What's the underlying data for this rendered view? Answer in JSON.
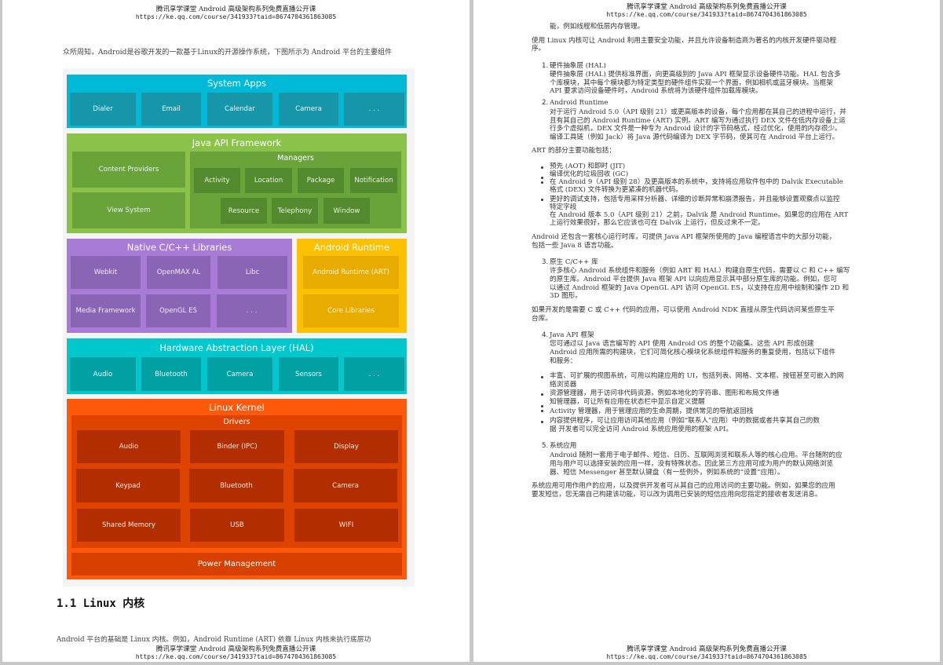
{
  "header": {
    "line1": "腾讯享学课堂 Android 高级架构系列免费直播公开课",
    "line2": "https://ke.qq.com/course/341933?taid=8674704361863085"
  },
  "page1": {
    "intro": "众所周知，Android是谷歌开发的一款基于Linux的开源操作系统，下图所示为 Android 平台的主要组件",
    "diagram": {
      "system_apps": {
        "title": "System Apps",
        "items": [
          "Dialer",
          "Email",
          "Calendar",
          "Camera",
          ". . ."
        ]
      },
      "java_api": {
        "title": "Java API Framework",
        "left": [
          "Content Providers",
          "View System"
        ],
        "managers_title": "Managers",
        "managers_row1": [
          "Activity",
          "Location",
          "Package",
          "Notification"
        ],
        "managers_row2": [
          "Resource",
          "Telephony",
          "Window"
        ]
      },
      "native": {
        "title": "Native C/C++ Libraries",
        "items": [
          "Webkit",
          "OpenMAX AL",
          "Libc",
          "Media Framework",
          "OpenGL ES",
          ". . ."
        ]
      },
      "runtime": {
        "title": "Android Runtime",
        "items": [
          "Android Runtime (ART)",
          "Core Libraries"
        ]
      },
      "hal": {
        "title": "Hardware Abstraction Layer (HAL)",
        "items": [
          "Audio",
          "Bluetooth",
          "Camera",
          "Sensors",
          ". . ."
        ]
      },
      "kernel": {
        "title": "Linux Kernel",
        "drivers_title": "Drivers",
        "drivers": [
          "Audio",
          "Binder (IPC)",
          "Display",
          "Keypad",
          "Bluetooth",
          "Camera",
          "Shared Memory",
          "USB",
          "WIFI"
        ],
        "power": "Power Management"
      },
      "colors": {
        "system_apps": "#00b9d6",
        "java_api": "#8bc34a",
        "native": "#a77bd6",
        "runtime": "#fbc002",
        "hal": "#00c8cc",
        "kernel": "#ff5a0c"
      }
    },
    "section_heading": "1.1 Linux 内核",
    "last_line": "Android 平台的基础是 Linux 内核。例如，Android Runtime (ART) 依靠 Linux 内核来执行底层功"
  },
  "page2": {
    "p0": "能，例如线程和低层内存管理。",
    "p1": [
      "使用 Linux 内核可让 Android 利用主要安全功能，并且允许设备制造商为著名的内核开发硬件驱动程",
      "序。"
    ],
    "item1": {
      "num": "1.",
      "title": "硬件抽象层 (HAL)",
      "body": [
        "硬件抽象层 (HAL) 提供标准界面，向更高级别的 Java API 框架显示设备硬件功能。HAL 包含多",
        "个库模块，其中每个模块都为特定类型的硬件组件实现一个界面，例如相机或蓝牙模块。当框架",
        "API 要求访问设备硬件时，Android 系统将为该硬件组件加载库模块。"
      ]
    },
    "item2": {
      "num": "2.",
      "title": "Android Runtime",
      "body": [
        "对于运行 Android 5.0（API 级别 21）或更高版本的设备，每个应用都在其自己的进程中运行，并",
        "且有其自己的 Android Runtime (ART) 实例。ART 编写为通过执行 DEX 文件在低内存设备上运",
        "行多个虚拟机，DEX 文件是一种专为 Android 设计的字节码格式，经过优化，使用的内存很少。",
        "编译工具链（例如 Jack）将 Java 源代码编译为 DEX 字节码，使其可在 Android 平台上运行。"
      ]
    },
    "art_intro": "ART 的部分主要功能包括：",
    "art_bullets": [
      [
        "预先 (AOT) 和即时 (JIT)",
        "编译优化的垃圾回收 (GC)"
      ],
      [
        "在 Android 9（API 级别 28）及更高版本的系统中，支持将应用软件包中的 Dalvik Executable",
        "格式 (DEX) 文件转换为更紧凑的机器代码。"
      ],
      [
        "更好的调试支持，包括专用采样分析器、详细的诊断异常和崩溃报告，并且能够设置观察点以监控",
        "特定字段",
        "在 Android 版本 5.0（API 级别 21）之前，Dalvik 是 Android Runtime。如果您的应用在 ART",
        "上运行效果很好，那么它应该也可在 Dalvik 上运行，但反过来不一定。"
      ]
    ],
    "p_core": [
      "Android 还包含一套核心运行时库，可提供 Java API 框架所使用的 Java 编程语言中的大部分功能，",
      "包括一些 Java 8 语言功能。"
    ],
    "item3": {
      "num": "3.",
      "title": "原生 C/C++ 库",
      "body": [
        "许多核心 Android 系统组件和服务（例如 ART 和 HAL）构建自原生代码，需要以 C 和 C++ 编写",
        "的原生库。Android 平台提供 Java 框架 API 以向应用显示其中部分原生库的功能。例如，您可",
        "以通过 Android 框架的 Java OpenGL API 访问 OpenGL ES，以支持在应用中绘制和操作 2D 和",
        "3D 图形。"
      ]
    },
    "p_ndk": [
      "如果开发的是需要 C 或 C++ 代码的应用，可以使用 Android NDK 直接从原生代码访问某些原生平",
      "台库。"
    ],
    "item4": {
      "num": "4.",
      "title": "Java API 框架",
      "body": [
        "您可通过以 Java 语言编写的 API 使用 Android OS 的整个功能集。这些 API 形成创建",
        "Android 应用所需的构建块，它们可简化核心模块化系统组件和服务的重复使用，包括以下组件",
        "和服务："
      ]
    },
    "api_bullets": [
      [
        "丰富、可扩展的视图系统，可用以构建应用的  UI，包括列表、网格、文本框、按钮甚至可嵌入的网",
        "络浏览器"
      ],
      [
        "资源管理器，用于访问非代码资源，例如本地化的字符串、图形和布局文件通",
        "知管理器，可让所有应用在状态栏中显示自定义提醒"
      ],
      [
        "Activity 管理器，用于管理应用的生命周期，提供常见的导航返回栈"
      ],
      [
        "内容提供程序，可让应用访问其他应用（例如“联系人”应用）中的数据或者共享其自己的数",
        "据 开发者可以完全访问 Android 系统应用使用的框架 API。"
      ]
    ],
    "item5": {
      "num": "5.",
      "title": "系统应用",
      "body": [
        "Android  随附一套用于电子邮件、短信、日历、互联网浏览和联系人等的核心应用。平台随附的应",
        "用与用户可以选择安装的应用一样，没有特殊状态。因此第三方应用可成为用户的默认网络浏览",
        "器、短信 Messenger 甚至默认键盘（有一些例外，例如系统的“设置”应用）。"
      ]
    },
    "p_last": [
      "系统应用可用作用户的应用，以及提供开发者可从其自己的应用访问的主要功能。例如，如果您的应用",
      "要发短信，您无需自己构建该功能，可以改为调用已安装的短信应用向您指定的接收者发送消息。"
    ]
  }
}
